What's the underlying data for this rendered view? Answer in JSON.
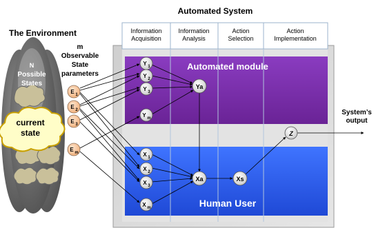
{
  "title": "Automated System",
  "environment": {
    "title": "The Environment",
    "n_label": "N",
    "possible_label": "Possible",
    "states_label": "States",
    "current_line1": "current",
    "current_line2": "state"
  },
  "params": {
    "line1": "m",
    "line2": "Observable",
    "line3": "State",
    "line4": "parameters"
  },
  "columns": [
    {
      "line1": "Information",
      "line2": "Acquisition"
    },
    {
      "line1": "Information",
      "line2": "Analysis"
    },
    {
      "line1": "Action",
      "line2": "Selection"
    },
    {
      "line1": "Action",
      "line2": "Implementation"
    }
  ],
  "automated_module_label": "Automated module",
  "human_user_label": "Human User",
  "output": {
    "line1": "System’s",
    "line2": "output"
  },
  "nodes": {
    "e": [
      {
        "base": "E",
        "sub": "1"
      },
      {
        "base": "E",
        "sub": "2"
      },
      {
        "base": "E",
        "sub": "3"
      },
      {
        "base": "E",
        "sub": "m"
      }
    ],
    "y": [
      {
        "base": "Y",
        "sub": "1"
      },
      {
        "base": "Y",
        "sub": "2"
      },
      {
        "base": "Y",
        "sub": "3"
      },
      {
        "base": "Y",
        "sub": "m"
      }
    ],
    "x": [
      {
        "base": "X",
        "sub": "1"
      },
      {
        "base": "X",
        "sub": "2"
      },
      {
        "base": "X",
        "sub": "3"
      },
      {
        "base": "X",
        "sub": "m"
      }
    ],
    "ya": "Ya",
    "xa": "Xa",
    "xs": "Xs",
    "z": "Z"
  },
  "colors": {
    "automated_module": "#7B2FA8",
    "human_user": "#2B5CE6",
    "panel": "#d9d9d9",
    "node_e": "#F7C9A2",
    "node": "#e4e4e4"
  }
}
